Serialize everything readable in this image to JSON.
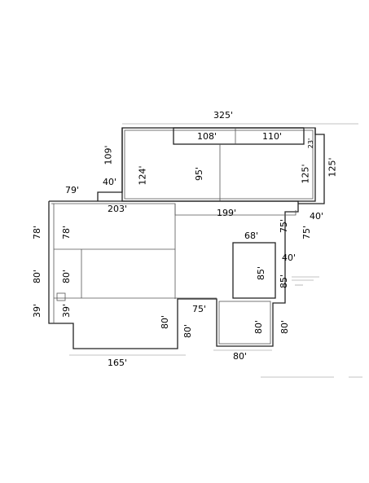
{
  "dimensions": {
    "top_total": "325'",
    "bay_108": "108'",
    "bay_110": "110'",
    "right_23": "23'",
    "left_109": "109'",
    "left_40_upper": "40'",
    "inner_124": "124'",
    "inner_95": "95'",
    "right_125_inner": "125'",
    "right_125_outer": "125'",
    "left_79": "79'",
    "mid_203": "203'",
    "mid_199": "199'",
    "right_40_a": "40'",
    "right_75_inner": "75'",
    "right_75_outer": "75'",
    "room_68": "68'",
    "left_78_outer": "78'",
    "left_78_inner": "78'",
    "room_85_inner": "85'",
    "right_40_b": "40'",
    "right_85": "85'",
    "left_80_outer": "80'",
    "left_80_inner": "80'",
    "left_39_outer": "39'",
    "left_39_inner": "39'",
    "mid_75": "75'",
    "center_80": "80'",
    "center_80_b": "80'",
    "lower_right_80_inner": "80'",
    "lower_right_80_outer": "80'",
    "bottom_165": "165'",
    "bottom_80": "80'"
  }
}
